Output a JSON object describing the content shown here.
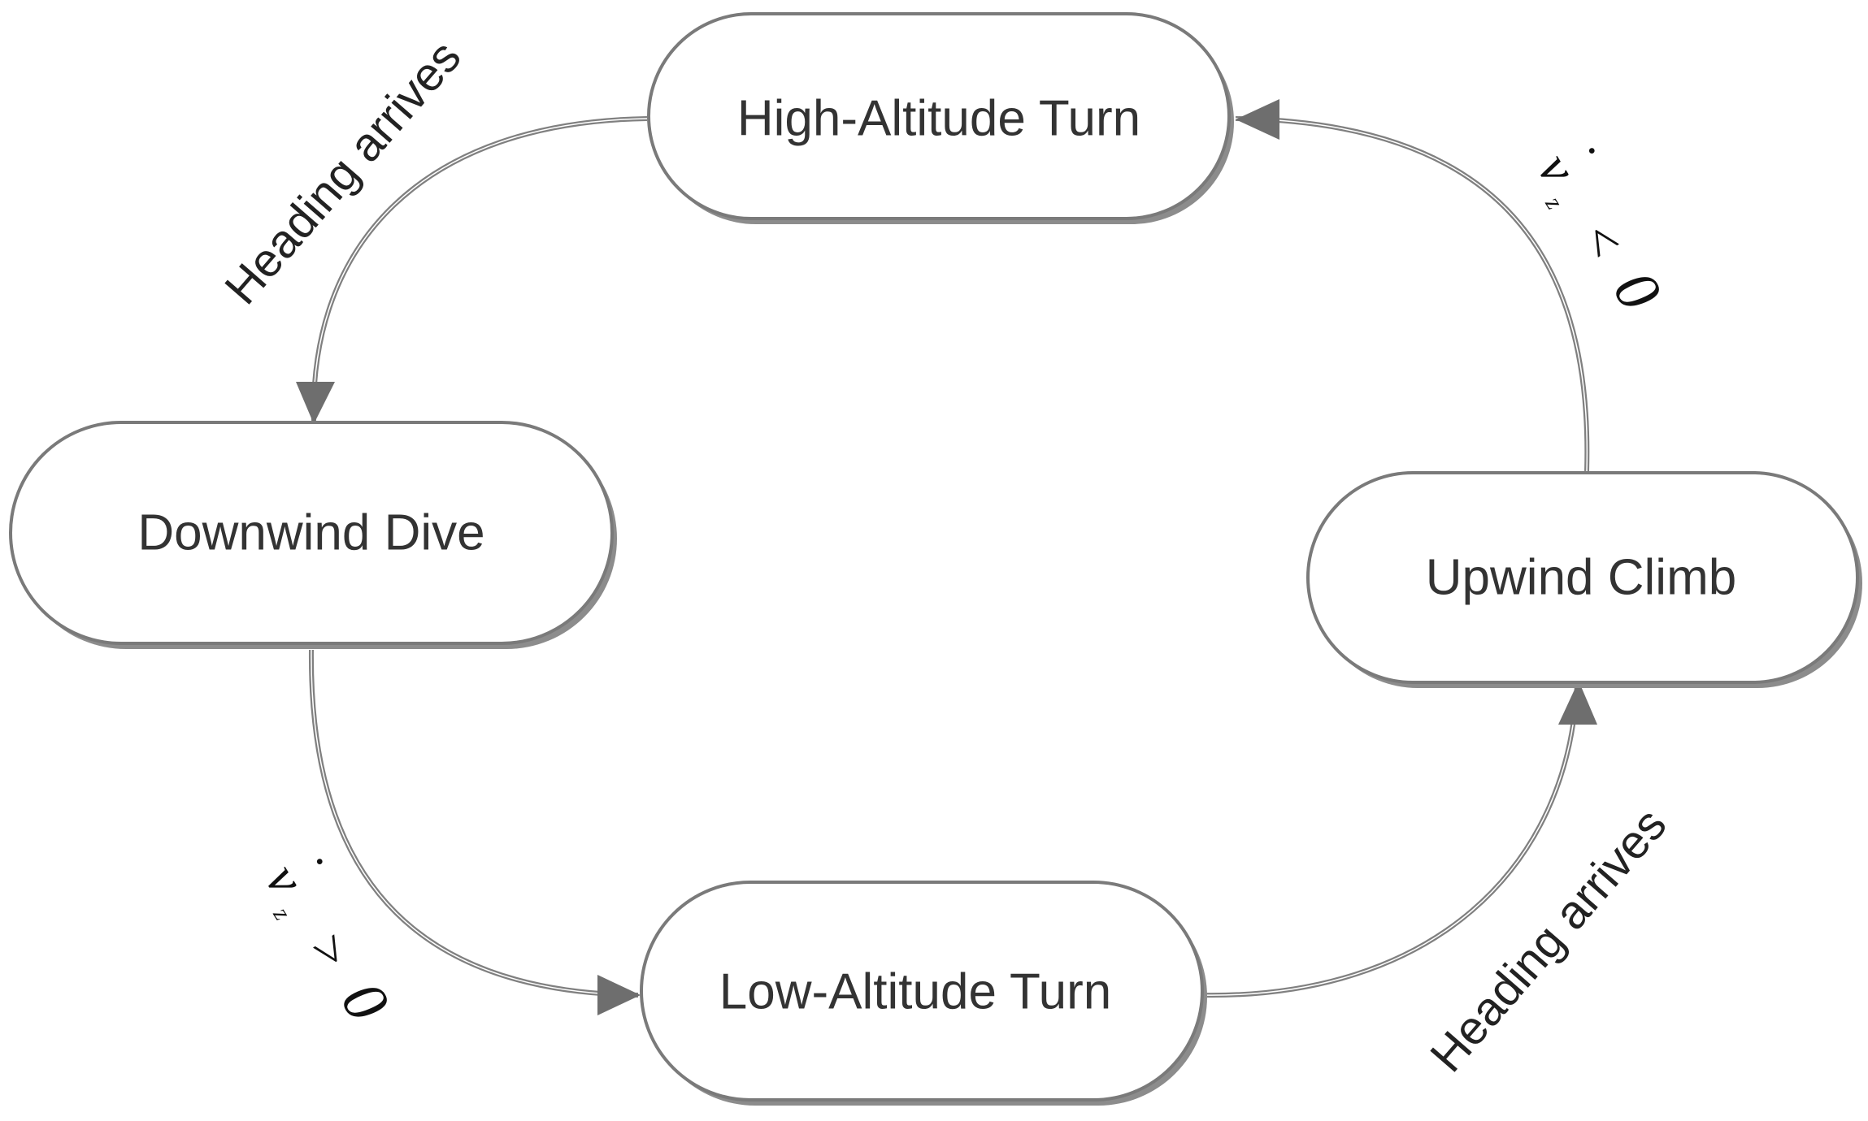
{
  "nodes": {
    "high_altitude_turn": "High-Altitude Turn",
    "downwind_dive": "Downwind Dive",
    "low_altitude_turn": "Low-Altitude Turn",
    "upwind_climb": "Upwind Climb"
  },
  "edges": {
    "high_to_dive": {
      "label": "Heading arrives"
    },
    "dive_to_low": {
      "symbol": "v",
      "dot": "˙",
      "subscript": "z",
      "relation": ">",
      "value": "0"
    },
    "low_to_climb": {
      "label": "Heading arrives"
    },
    "climb_to_high": {
      "symbol": "v",
      "dot": "˙",
      "subscript": "z",
      "relation": "<",
      "value": "0"
    }
  },
  "colors": {
    "node_border": "#7a7a7a",
    "node_shadow": "#8c8c8c",
    "arrow": "#6e6e6e",
    "text": "#333333"
  }
}
